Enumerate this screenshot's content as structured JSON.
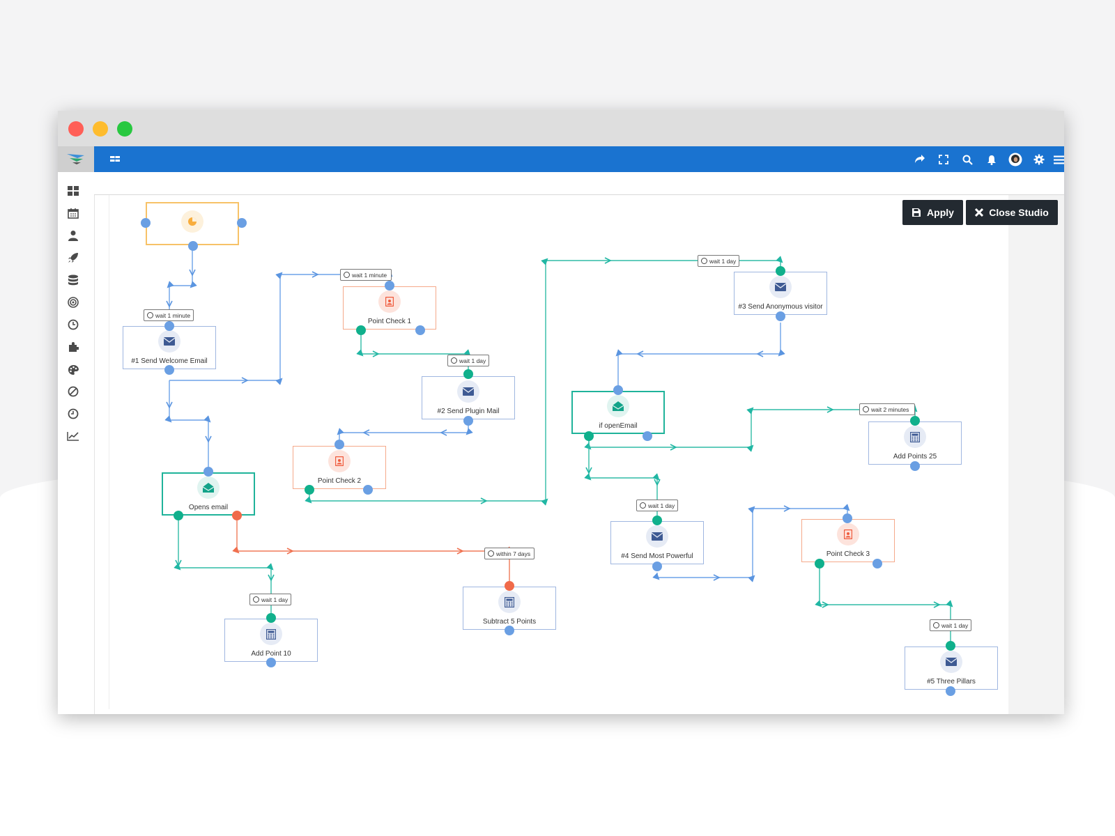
{
  "window": {
    "traffic_lights": [
      "#ff5f57",
      "#febc2e",
      "#28c840"
    ]
  },
  "sidebar": {
    "items": [
      {
        "icon": "dashboard-icon"
      },
      {
        "icon": "calendar-icon"
      },
      {
        "icon": "user-icon"
      },
      {
        "icon": "rocket-icon"
      },
      {
        "icon": "database-icon"
      },
      {
        "icon": "target-icon"
      },
      {
        "icon": "clock-icon"
      },
      {
        "icon": "puzzle-icon"
      },
      {
        "icon": "palette-icon"
      },
      {
        "icon": "ban-icon"
      },
      {
        "icon": "history-icon"
      },
      {
        "icon": "chart-line-icon"
      }
    ]
  },
  "topbar": {
    "color": "#1a73d0",
    "menu_icon": "menu-toggle-icon",
    "icons": [
      "share-icon",
      "fullscreen-icon",
      "search-icon",
      "bell-icon",
      "avatar",
      "gear-icon",
      "hamburger-icon"
    ]
  },
  "toolbar": {
    "apply_label": "Apply",
    "close_label": "Close Studio"
  },
  "nodes": [
    {
      "id": "start",
      "label": "",
      "icon": "pie-chart-icon"
    },
    {
      "id": "n1",
      "label": "#1 Send Welcome Email",
      "icon": "envelope-icon"
    },
    {
      "id": "pc1",
      "label": "Point Check 1",
      "icon": "contact-card-icon"
    },
    {
      "id": "n2",
      "label": "#2 Send Plugin Mail",
      "icon": "envelope-icon"
    },
    {
      "id": "pc2",
      "label": "Point Check 2",
      "icon": "contact-card-icon"
    },
    {
      "id": "opens",
      "label": "Opens email",
      "icon": "open-envelope-icon"
    },
    {
      "id": "add10",
      "label": "Add Point 10",
      "icon": "calculator-icon"
    },
    {
      "id": "sub5",
      "label": "Subtract 5 Points",
      "icon": "calculator-icon"
    },
    {
      "id": "n3",
      "label": "#3 Send Anonymous visitor",
      "icon": "envelope-icon"
    },
    {
      "id": "ifopen",
      "label": "if openEmail",
      "icon": "open-envelope-icon"
    },
    {
      "id": "add25",
      "label": "Add Points 25",
      "icon": "calculator-icon"
    },
    {
      "id": "n4",
      "label": "#4 Send Most Powerful",
      "icon": "envelope-icon"
    },
    {
      "id": "pc3",
      "label": "Point Check 3",
      "icon": "contact-card-icon"
    },
    {
      "id": "n5",
      "label": "#5 Three Pillars",
      "icon": "envelope-icon"
    }
  ],
  "waits": [
    {
      "label": "wait 1 minute"
    },
    {
      "label": "wait 1 minute"
    },
    {
      "label": "wait 1 day"
    },
    {
      "label": "wait 1 day"
    },
    {
      "label": "within 7 days"
    },
    {
      "label": "wait 1 day"
    },
    {
      "label": "wait 2 minutes"
    },
    {
      "label": "wait 1 day"
    },
    {
      "label": "wait 1 day"
    }
  ]
}
